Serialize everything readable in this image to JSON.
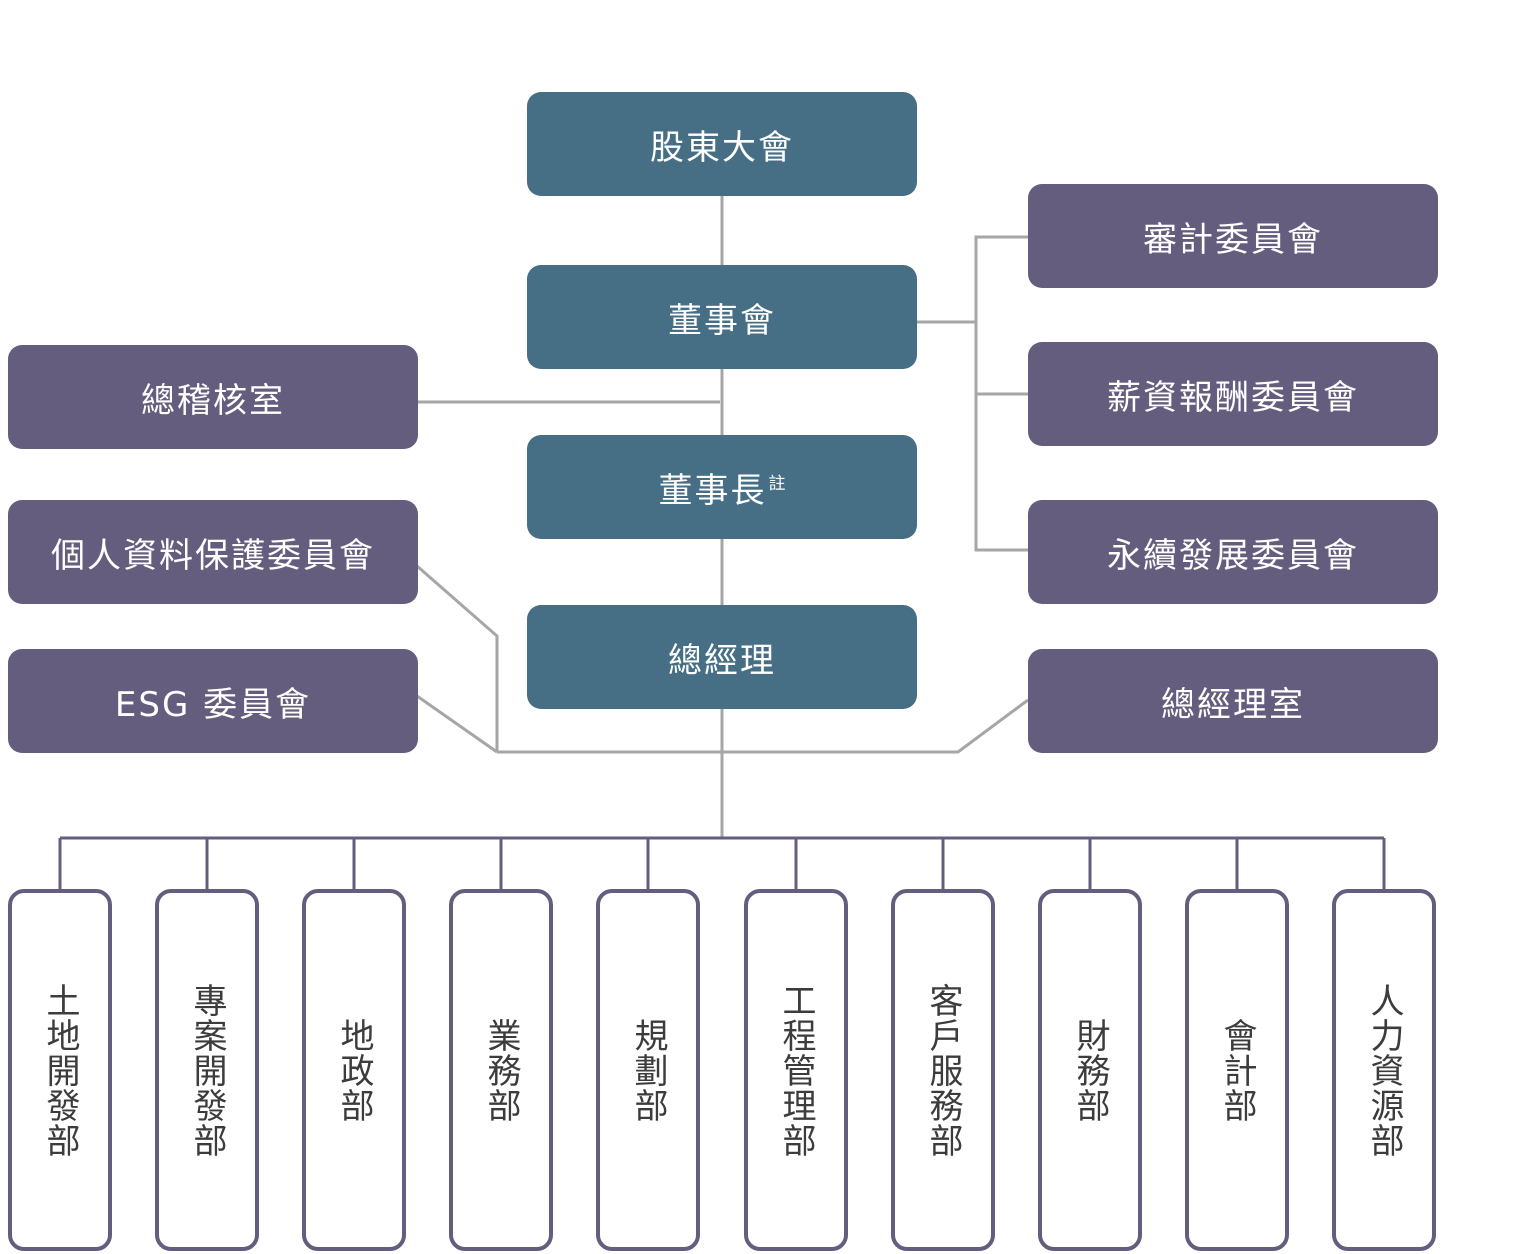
{
  "chain": {
    "shareholders": "股東大會",
    "board": "董事會",
    "chairman": "董事長",
    "chairman_note": "註",
    "president": "總經理"
  },
  "left": {
    "audit_office": "總稽核室",
    "privacy_committee": "個人資料保護委員會",
    "esg_committee": "ESG 委員會"
  },
  "right": {
    "audit_committee": "審計委員會",
    "compensation_committee": "薪資報酬委員會",
    "sustainability_committee": "永續發展委員會",
    "president_office": "總經理室"
  },
  "departments": [
    "土地開發部",
    "專案開發部",
    "地政部",
    "業務部",
    "規劃部",
    "工程管理部",
    "客戶服務部",
    "財務部",
    "會計部",
    "人力資源部"
  ],
  "colors": {
    "chain": "#466f86",
    "committee": "#655d7d",
    "line_gray": "#a6a6a6",
    "line_purple": "#655d7d"
  }
}
